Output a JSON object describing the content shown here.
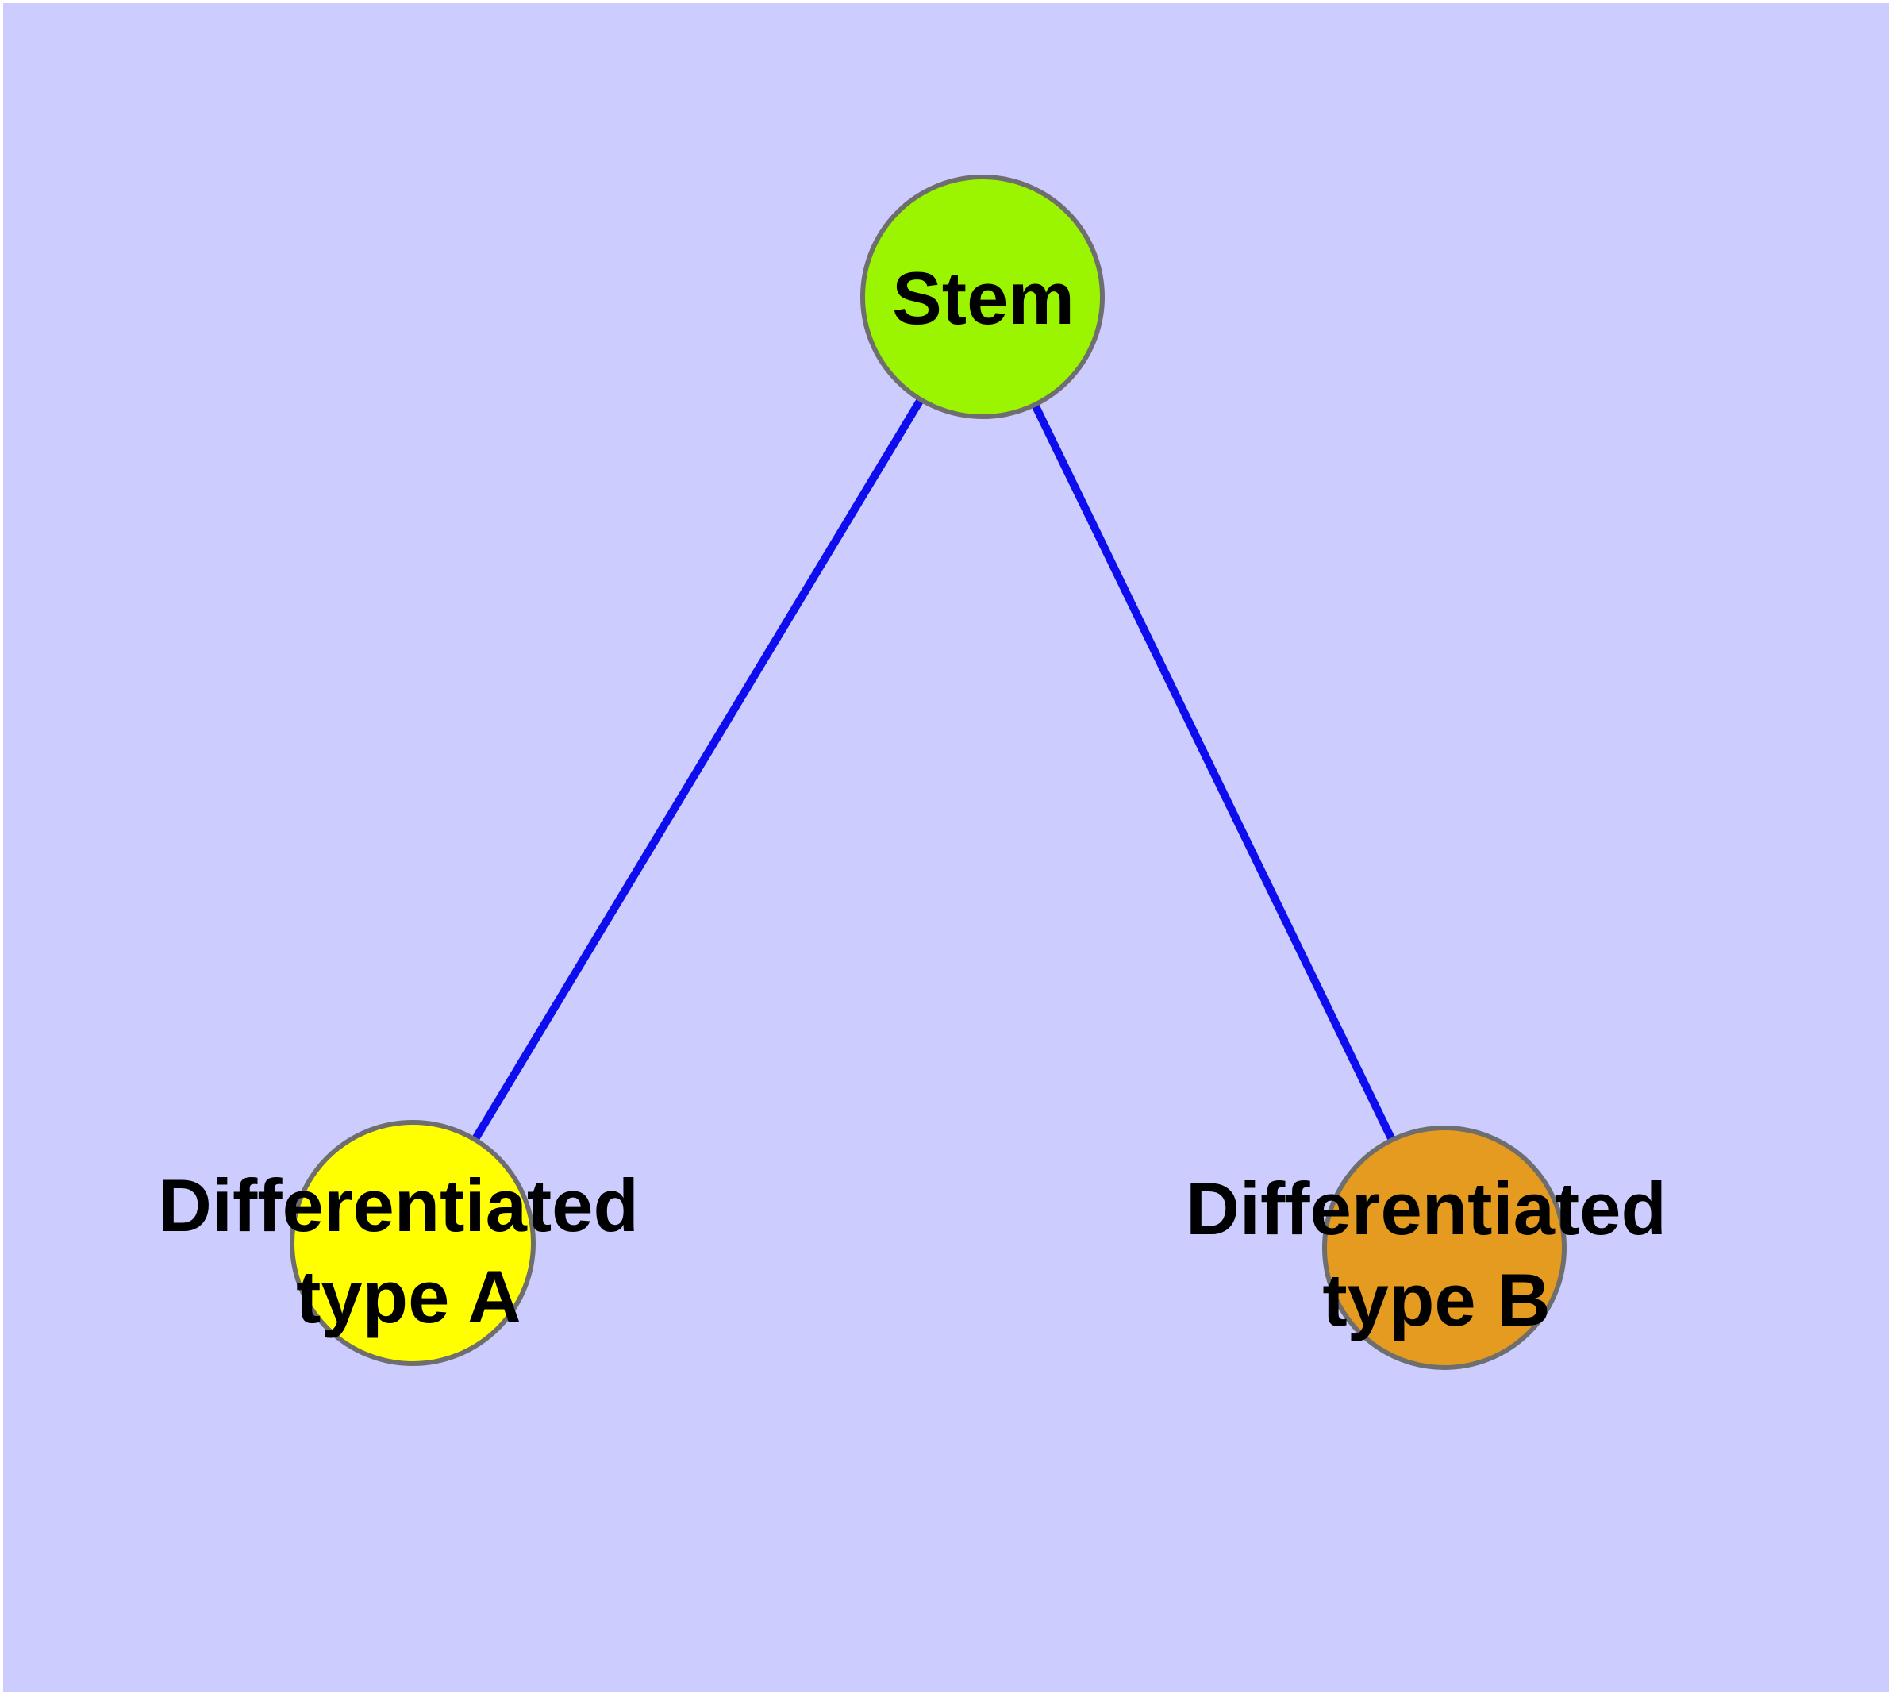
{
  "diagram": {
    "type": "node-link-graph",
    "background_color": "#CCCCFF",
    "page_margin_color": "#FFFFFF",
    "edge_color": "#0D0DEE",
    "node_border_color": "#6E6E6E",
    "label_color": "#000000",
    "nodes": [
      {
        "id": "stem",
        "label": "Stem",
        "color": "#9BF500"
      },
      {
        "id": "diff-a",
        "label": "Differentiated type A",
        "label_line1": "Differentiated",
        "label_line2": "type A",
        "color": "#FFFF00"
      },
      {
        "id": "diff-b",
        "label": "Differentiated type B",
        "label_line1": "Differentiated",
        "label_line2": "type B",
        "color": "#E59A20"
      }
    ],
    "edges": [
      {
        "from": "Stem",
        "to": "Differentiated type A"
      },
      {
        "from": "Stem",
        "to": "Differentiated type B"
      }
    ]
  }
}
